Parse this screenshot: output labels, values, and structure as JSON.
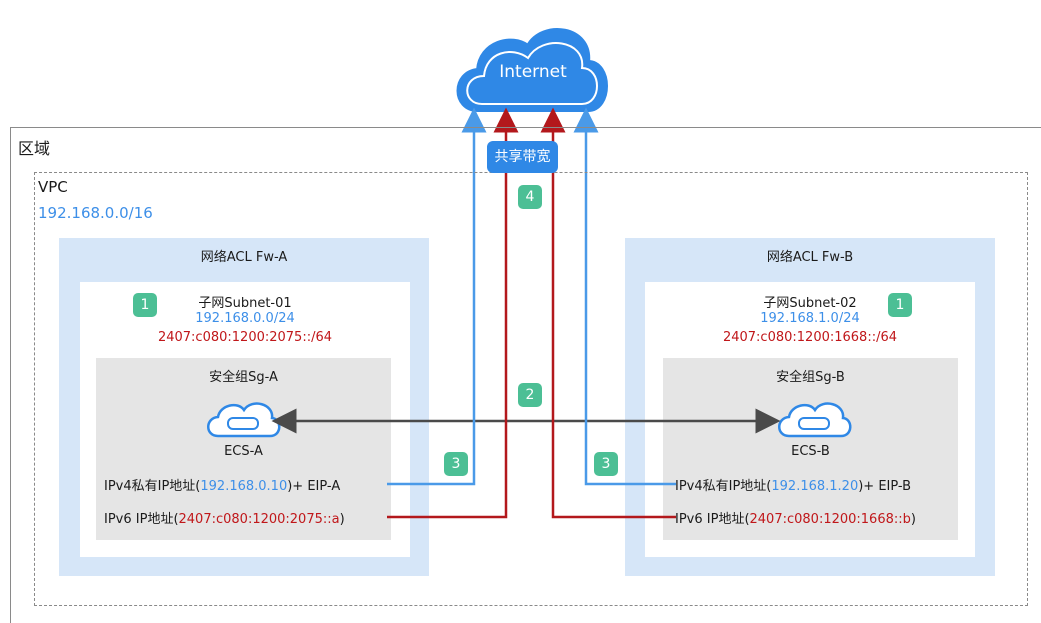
{
  "internet": {
    "label": "Internet"
  },
  "region": {
    "label": "区域"
  },
  "vpc": {
    "label": "VPC",
    "cidr": "192.168.0.0/16"
  },
  "bandwidth": {
    "label": "共享带宽"
  },
  "left": {
    "acl": "网络ACL Fw-A",
    "subnet_name": "子网Subnet-01",
    "subnet_ipv4": "192.168.0.0/24",
    "subnet_ipv6": "2407:c080:1200:2075::/64",
    "sg": "安全组Sg-A",
    "ecs": "ECS-A",
    "ipv4_prefix": "IPv4私有IP地址(",
    "ipv4_addr": "192.168.0.10",
    "ipv4_suffix": ")+ EIP-A",
    "ipv6_prefix": "IPv6 IP地址(",
    "ipv6_addr": "2407:c080:1200:2075::a",
    "ipv6_suffix": ")"
  },
  "right": {
    "acl": "网络ACL Fw-B",
    "subnet_name": "子网Subnet-02",
    "subnet_ipv4": "192.168.1.0/24",
    "subnet_ipv6": "2407:c080:1200:1668::/64",
    "sg": "安全组Sg-B",
    "ecs": "ECS-B",
    "ipv4_prefix": "IPv4私有IP地址(",
    "ipv4_addr": "192.168.1.20",
    "ipv4_suffix": ")+ EIP-B",
    "ipv6_prefix": "IPv6 IP地址(",
    "ipv6_addr": "2407:c080:1200:1668::b",
    "ipv6_suffix": ")"
  },
  "badges": {
    "subnet": "1",
    "peer": "2",
    "eip": "3",
    "bandwidth": "4"
  },
  "colors": {
    "ipv4_link": "#4a9ae8",
    "ipv6_link": "#b3181c",
    "peer_link": "#4a4a4a",
    "badge": "#4cbf95",
    "acl": "#d6e6f8"
  }
}
